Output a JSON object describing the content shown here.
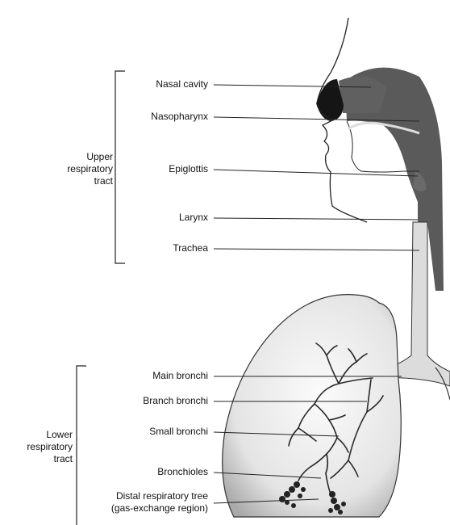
{
  "groups": {
    "upper": [
      "Upper",
      "respiratory",
      "tract"
    ],
    "lower": [
      "Lower",
      "respiratory",
      "tract"
    ]
  },
  "labels": {
    "nasal_cavity": "Nasal cavity",
    "nasopharynx": "Nasopharynx",
    "epiglottis": "Epiglottis",
    "larynx": "Larynx",
    "trachea": "Trachea",
    "main_bronchi": "Main bronchi",
    "branch_bronchi": "Branch bronchi",
    "small_bronchi": "Small bronchi",
    "bronchioles": "Bronchioles",
    "distal_tree": [
      "Distal respiratory tree",
      "(gas-exchange region)"
    ]
  },
  "colors": {
    "airway_dark": "#5a5a5a",
    "airway_light": "#dcdcdc",
    "lung_fill": "#efefef",
    "nose_tip": "#151515",
    "line": "#222222"
  }
}
